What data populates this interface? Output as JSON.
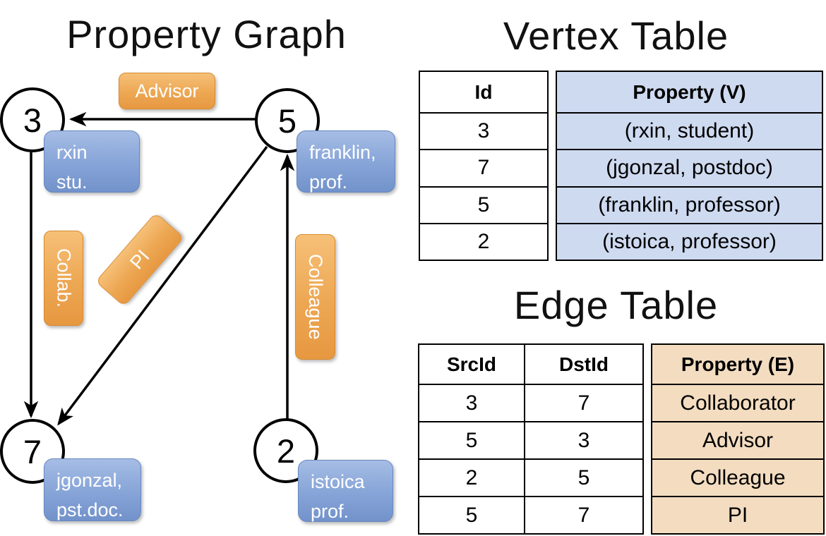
{
  "graph": {
    "title": "Property Graph",
    "nodes": [
      {
        "id": "3",
        "label_line1": "rxin",
        "label_line2": "stu."
      },
      {
        "id": "5",
        "label_line1": "franklin,",
        "label_line2": "prof."
      },
      {
        "id": "7",
        "label_line1": "jgonzal,",
        "label_line2": "pst.doc."
      },
      {
        "id": "2",
        "label_line1": "istoica",
        "label_line2": "prof."
      }
    ],
    "edge_labels": [
      {
        "label": "Advisor"
      },
      {
        "label": "Collab."
      },
      {
        "label": "PI"
      },
      {
        "label": "Colleague"
      }
    ]
  },
  "vertex_table": {
    "title": "Vertex Table",
    "columns": {
      "id": "Id",
      "property": "Property (V)"
    },
    "rows": [
      {
        "id": "3",
        "property": "(rxin, student)"
      },
      {
        "id": "7",
        "property": "(jgonzal, postdoc)"
      },
      {
        "id": "5",
        "property": "(franklin, professor)"
      },
      {
        "id": "2",
        "property": "(istoica, professor)"
      }
    ]
  },
  "edge_table": {
    "title": "Edge Table",
    "columns": {
      "src": "SrcId",
      "dst": "DstId",
      "property": "Property (E)"
    },
    "rows": [
      {
        "src": "3",
        "dst": "7",
        "property": "Collaborator"
      },
      {
        "src": "5",
        "dst": "3",
        "property": "Advisor"
      },
      {
        "src": "2",
        "dst": "5",
        "property": "Colleague"
      },
      {
        "src": "5",
        "dst": "7",
        "property": "PI"
      }
    ]
  },
  "colors": {
    "edge_label_gradient_top": "#F6C078",
    "edge_label_gradient_bottom": "#E79840",
    "vertex_label_gradient_top": "#A6BDE5",
    "vertex_label_gradient_bottom": "#7292CB",
    "vertex_table_fill": "#CEDAF0",
    "edge_table_fill": "#F3DCC0",
    "line_color": "#000000"
  }
}
